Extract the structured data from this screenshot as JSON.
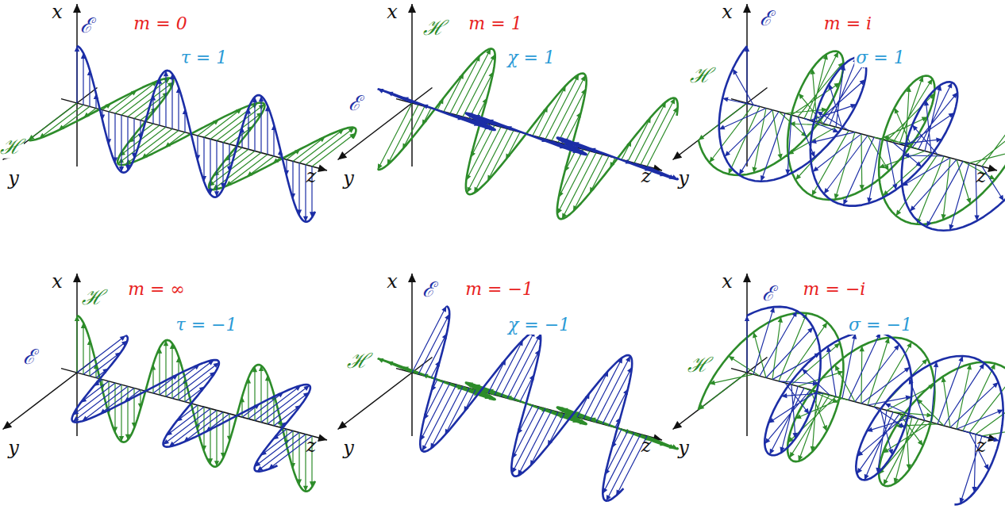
{
  "diagram": {
    "labels": [
      "x",
      "ℰ",
      "m = 0",
      "τ = 1",
      "ℋ",
      "y",
      "z",
      "x",
      "ℋ",
      "m = 1",
      "χ = 1",
      "ℰ",
      "y",
      "z",
      "x",
      "ℰ",
      "m = i",
      "σ = 1",
      "ℋ",
      "y",
      "z",
      "x",
      "ℋ",
      "m = ∞",
      "τ = −1",
      "ℰ",
      "y",
      "z",
      "x",
      "ℰ",
      "m = −1",
      "χ = −1",
      "ℋ",
      "y",
      "z",
      "x",
      "ℰ",
      "m = −i",
      "σ = −1",
      "ℋ",
      "y",
      "z"
    ]
  }
}
